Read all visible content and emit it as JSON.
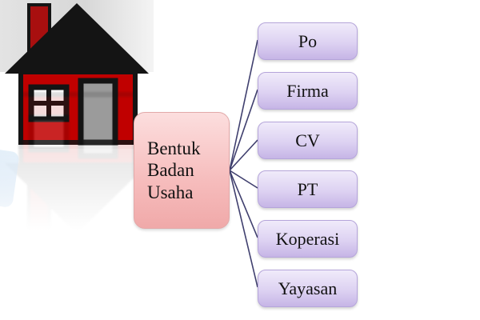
{
  "diagram": {
    "title": "Bentuk Badan Usaha mind map",
    "root": {
      "label": "Bentuk Badan Usaha"
    },
    "children": [
      {
        "label": "Po"
      },
      {
        "label": "Firma"
      },
      {
        "label": "CV"
      },
      {
        "label": "PT"
      },
      {
        "label": "Koperasi"
      },
      {
        "label": "Yayasan"
      }
    ]
  },
  "colors": {
    "root_fill_top": "#fcdede",
    "root_fill_bottom": "#f0a9a9",
    "child_fill_top": "#f0ebfa",
    "child_fill_bottom": "#c6b5e6",
    "connector_line": "#3f3f6e",
    "house_red": "#c00000",
    "house_roof_black": "#141414"
  }
}
